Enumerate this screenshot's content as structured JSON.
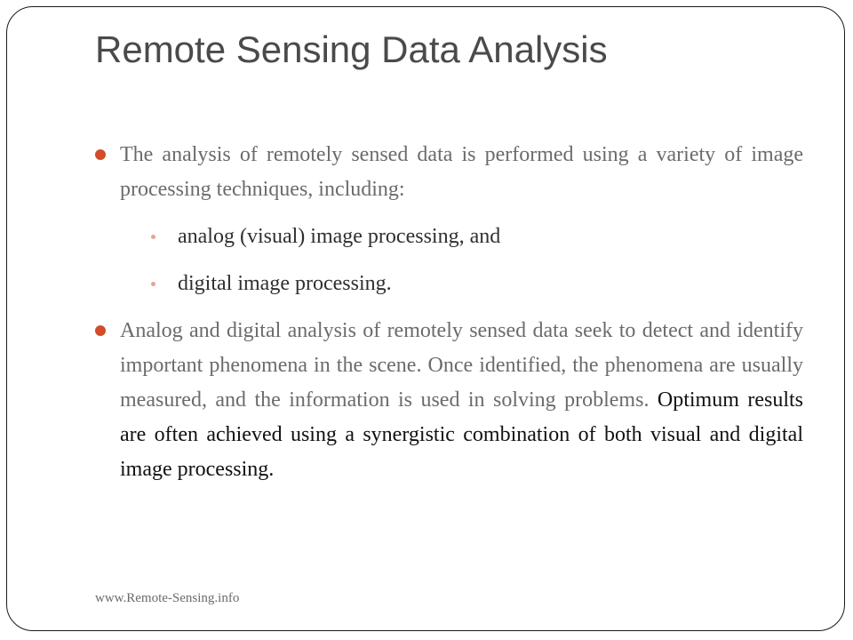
{
  "slide": {
    "title": "Remote Sensing Data Analysis",
    "bullets": [
      {
        "text": "The analysis of remotely sensed data is performed using a variety of image processing techniques, including:"
      },
      {
        "text": "Analog and digital analysis of remotely sensed data seek to detect and identify important phenomena in the scene. Once identified, the phenomena are usually measured, and the information is used in solving problems. ",
        "emphasis": "Optimum results are often achieved using a synergistic combination of both visual and digital image processing."
      }
    ],
    "sub_bullets": [
      "analog (visual) image processing, and",
      "digital image processing."
    ],
    "footer": "www.Remote-Sensing.info"
  },
  "colors": {
    "title": "#4a4a4a",
    "body_text": "#6b6b6b",
    "emphasis_text": "#111111",
    "bullet_accent": "#d24d2a",
    "sub_bullet_accent": "#e3a590",
    "frame_border": "#1a1a1a"
  }
}
